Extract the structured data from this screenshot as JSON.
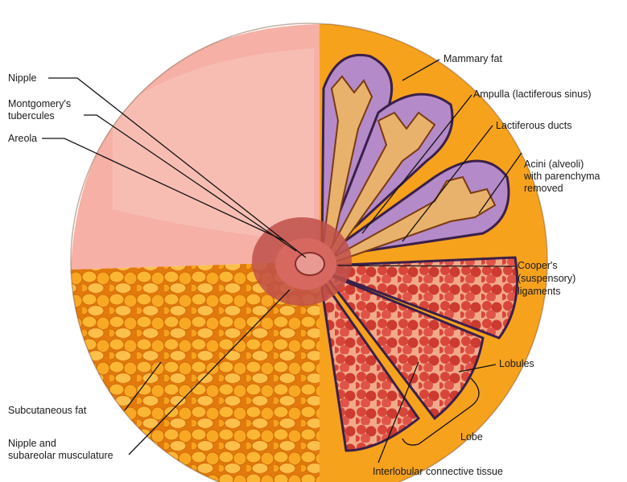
{
  "labels": {
    "nipple": "Nipple",
    "montgomery_1": "Montgomery's",
    "montgomery_2": "tubercules",
    "areola": "Areola",
    "subcutaneous_fat": "Subcutaneous fat",
    "nipple_musc_1": "Nipple and",
    "nipple_musc_2": "subareolar musculature",
    "mammary_fat": "Mammary fat",
    "ampulla": "Ampulla (lactiferous sinus)",
    "lactiferous_ducts": "Lactiferous ducts",
    "acini_1": "Acini (alveoli)",
    "acini_2": "with parenchyma",
    "acini_3": "removed",
    "coopers_1": "Cooper's",
    "coopers_2": "(suspensory)",
    "coopers_3": "ligaments",
    "lobules": "Lobules",
    "lobe": "Lobe",
    "interlobular": "Interlobular connective tissue"
  },
  "colors": {
    "skin": "#f6b0a6",
    "skin_light": "#f9c6bc",
    "fat": "#f7a21d",
    "fat_dark": "#e0780a",
    "lobule": "#d8463a",
    "duct": "#e9b26c",
    "duct_outline": "#7a3a10",
    "lobe_purple": "#b48ac8",
    "outline": "#3a1f4a",
    "areola": "#c0504a",
    "nipple": "#e89a92"
  }
}
